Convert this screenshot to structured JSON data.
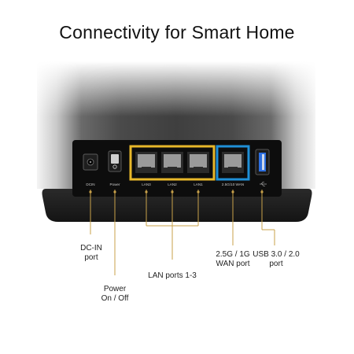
{
  "headline": "Connectivity for Smart Home",
  "panel_labels": {
    "dcin": "DCIN",
    "power": "Power",
    "lan3": "LAN3",
    "lan2": "LAN2",
    "lan1": "LAN1",
    "wan": "2.5G/10 WAN"
  },
  "callouts": {
    "dcin": {
      "line1": "DC-IN",
      "line2": "port"
    },
    "power": {
      "line1": "Power",
      "line2": "On / Off"
    },
    "lan": {
      "line1": "LAN ports 1-3"
    },
    "wan": {
      "line1": "2.5G / 1G",
      "line2": "WAN port"
    },
    "usb": {
      "line1": "USB 3.0 / 2.0",
      "line2": "port"
    }
  },
  "colors": {
    "lan_highlight": "#e8b82a",
    "wan_highlight": "#1f8fd6",
    "leader_line": "#c9a24a",
    "usb_port": "#2d6fe0"
  }
}
